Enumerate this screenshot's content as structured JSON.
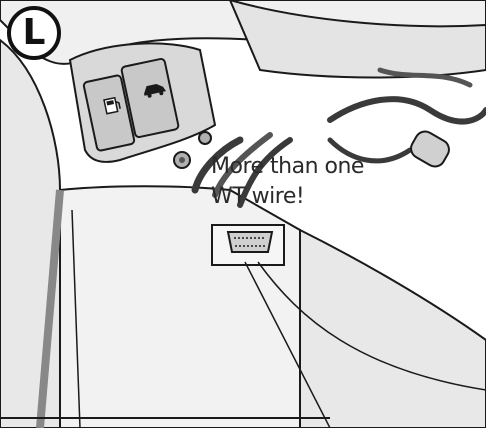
{
  "badge": {
    "letter": "L"
  },
  "callout": {
    "line1": "More than one",
    "line2": "WT wire!"
  },
  "colors": {
    "outline": "#1a1a1a",
    "panel": "#ececec",
    "panel_shade": "#bdbdbd",
    "wire": "#3a3a3a",
    "callout_text": "#2a2a2a"
  },
  "icons": [
    "fuel-door-icon",
    "trunk-release-icon",
    "obd-connector-icon"
  ]
}
